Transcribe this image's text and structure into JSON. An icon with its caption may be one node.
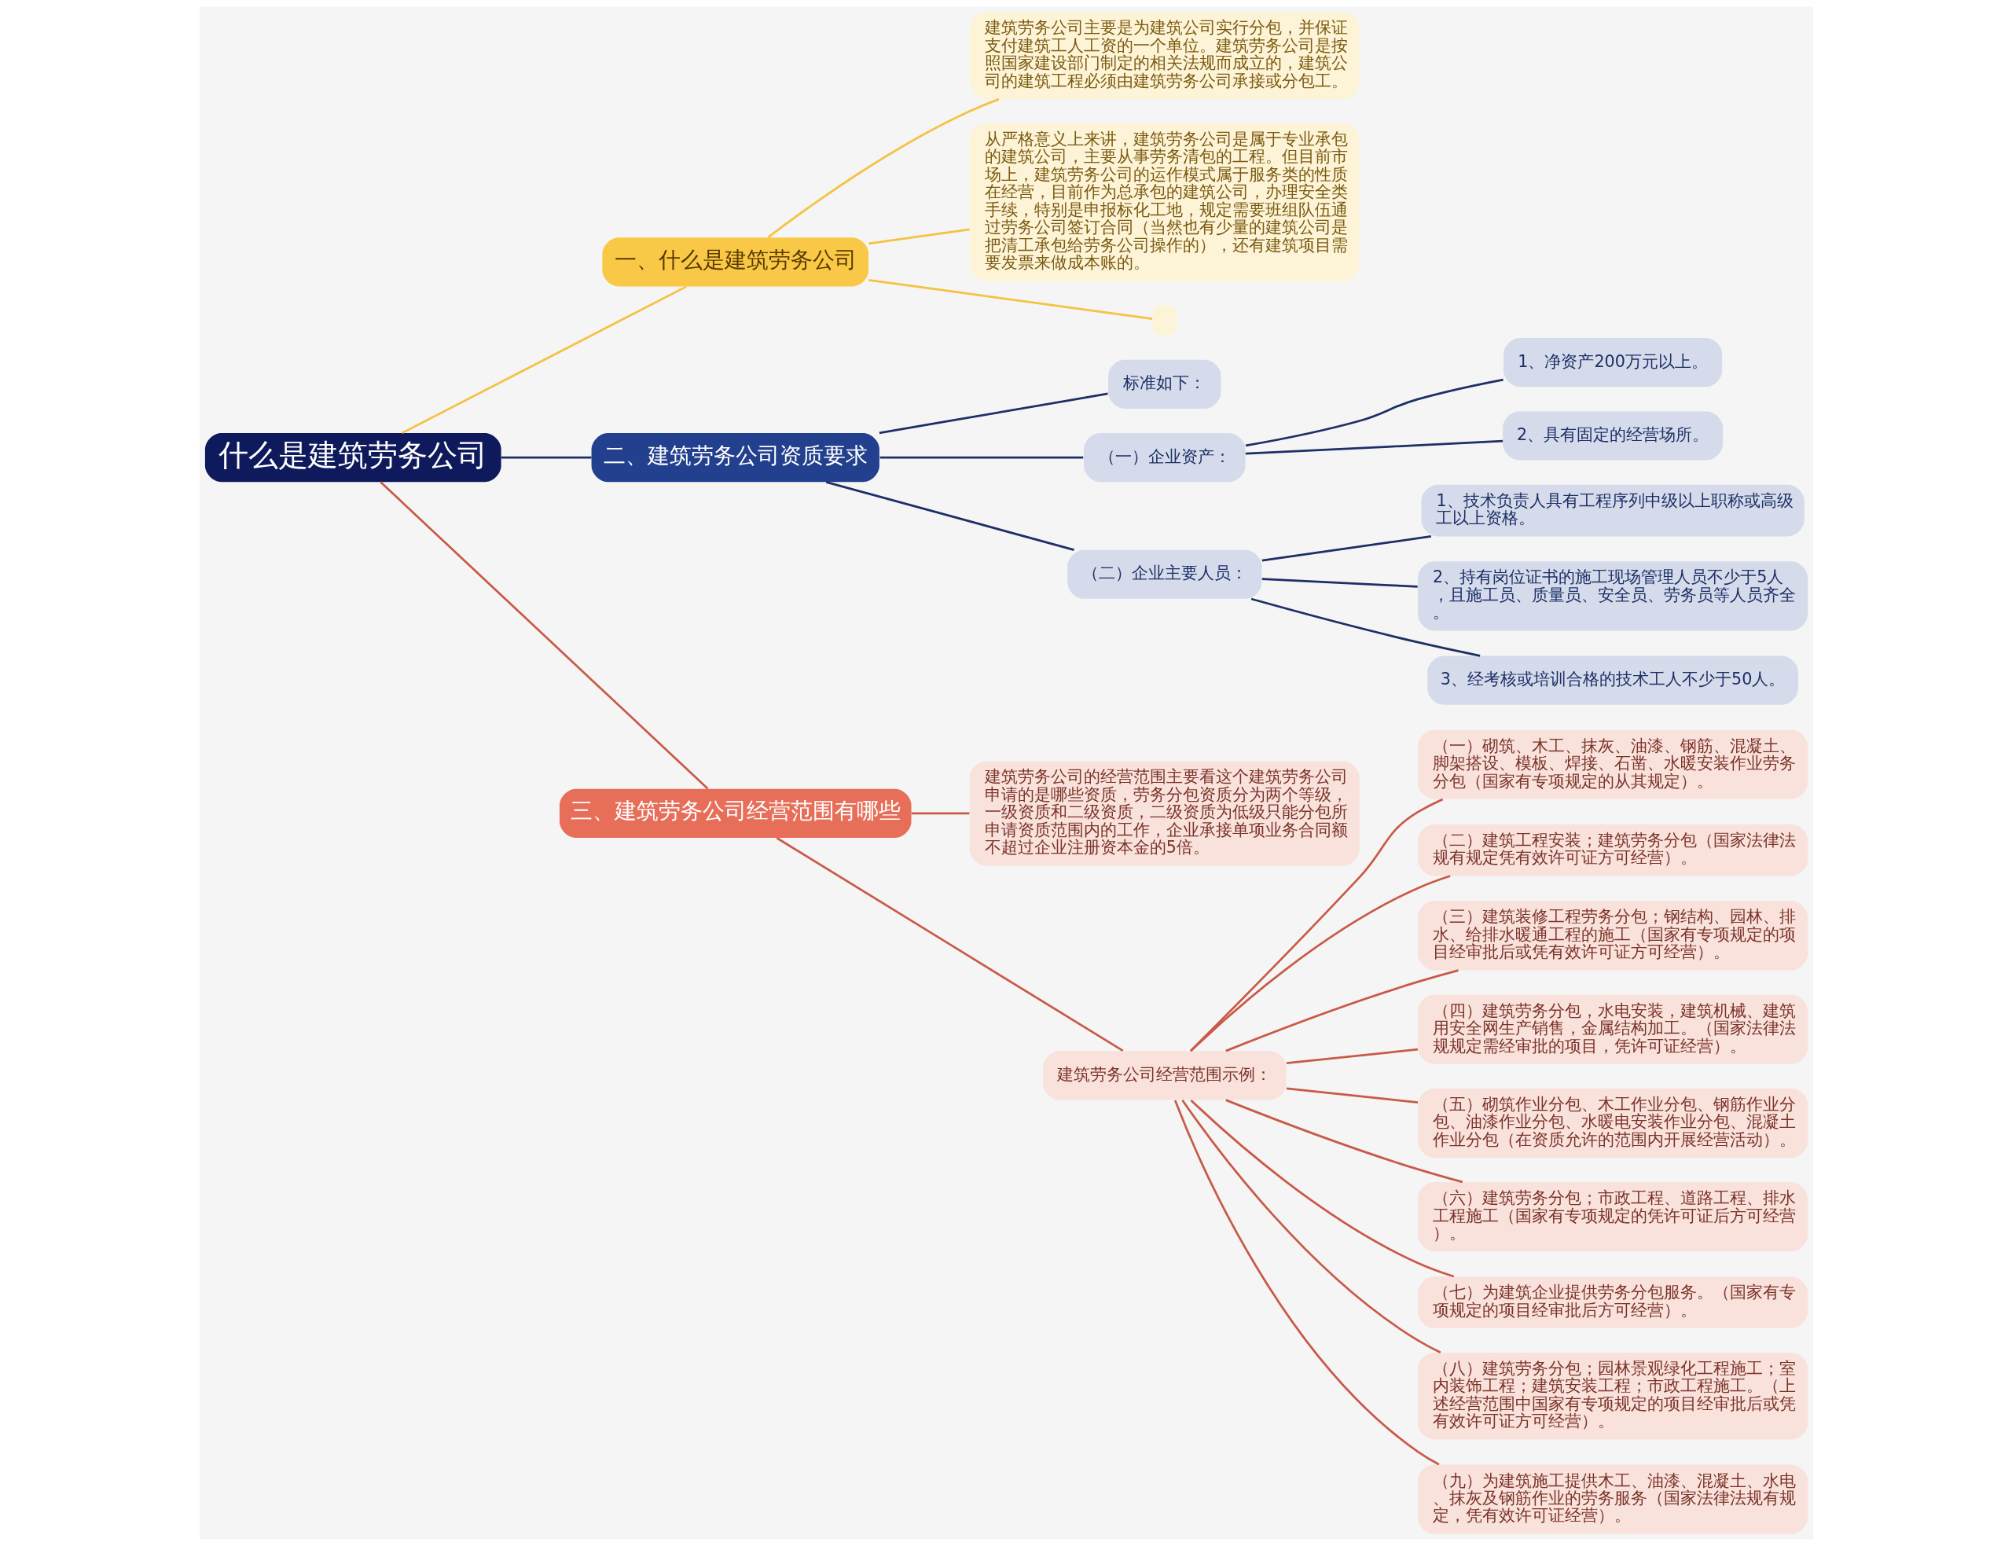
{
  "diagram": {
    "nodes": [
      {
        "text": [
          "什么是建筑劳务公司"
        ]
      },
      {
        "text": [
          "一、什么是建筑劳务公司"
        ]
      },
      {
        "text": [
          "建筑劳务公司主要是为建筑公司实行分包，并保证支付建筑工人工资的一个单位。建筑劳务公司是按照国家建设部门制定的相关法规而成立的，建筑公司的建筑工程必须由建筑劳务公司承接或分包工。"
        ]
      },
      {
        "text": [
          "从严格意义上来讲，建筑劳务公司是属于专业承包的建筑公司，主要从事劳务清包的工程。但目前市场上，建筑劳务公司的运作模式属于服务类的性质在经营，目前作为总承包的建筑公司，办理安全类手续，特别是申报标化工地，规定需要班组队伍通过劳务公司签订合同（当然也有少量的建筑公司是把清工承包给劳务公司操作的），还有建筑项目需要发票来做成本账的。"
        ]
      },
      {
        "text": [],
        "shape": "box"
      },
      {
        "text": [
          "二、建筑劳务公司资质要求"
        ]
      },
      {
        "text": [
          "标准如下："
        ]
      },
      {
        "text": [
          "（一）企业资产："
        ]
      },
      {
        "text": [
          "1、净资产200万元以上。"
        ]
      },
      {
        "text": [
          "2、具有固定的经营场所。"
        ]
      },
      {
        "text": [
          "（二）企业主要人员："
        ]
      },
      {
        "text": [
          "1、技术负责人具有工程序列中级以上职称或高级工以上资格。"
        ]
      },
      {
        "text": [
          "2、持有岗位证书的施工现场管理人员不少于5人，且施工员、质量员、安全员、劳务员等人员齐全。"
        ]
      },
      {
        "text": [
          "3、经考核或培训合格的技术工人不少于50人。"
        ]
      },
      {
        "text": [
          "三、建筑劳务公司经营范围有哪些"
        ]
      },
      {
        "text": [
          "建筑劳务公司的经营范围主要看这个建筑劳务公司申请的是哪些资质，劳务分包资质分为两个等级，一级资质和二级资质，二级资质为低级只能分包所申请资质范围内的工作，企业承接单项业务合同额不超过企业注册资本金的5倍。"
        ]
      },
      {
        "text": [
          "建筑劳务公司经营范围示例："
        ]
      },
      {
        "text": [
          "（一）砌筑、木工、抹灰、油漆、钢筋、混凝土、脚架搭设、模板、焊接、石凿、水暖安装作业劳务分包（国家有专项规定的从其规定）。"
        ]
      },
      {
        "text": [
          "（二）建筑工程安装；建筑劳务分包（国家法律法规有规定凭有效许可证方可经营）。"
        ]
      },
      {
        "text": [
          "（三）建筑装修工程劳务分包；钢结构、园林、排水、给排水暖通工程的施工（国家有专项规定的项目经审批后或凭有效许可证方可经营）。"
        ]
      },
      {
        "text": [
          "（四）建筑劳务分包，水电安装，建筑机械、建筑用安全网生产销售，金属结构加工。（国家法律法规规定需经审批的项目，凭许可证经营）。"
        ]
      },
      {
        "text": [
          "（五）砌筑作业分包、木工作业分包、钢筋作业分包、油漆作业分包、水暖电安装作业分包、混凝土作业分包（在资质允许的范围内开展经营活动）。"
        ]
      },
      {
        "text": [
          "（六）建筑劳务分包；市政工程、道路工程、排水工程施工（国家有专项规定的凭许可证后方可经营）。"
        ]
      },
      {
        "text": [
          "（七）为建筑企业提供劳务分包服务。（国家有专项规定的项目经审批后方可经营）。"
        ]
      },
      {
        "text": [
          "（八）建筑劳务分包；园林景观绿化工程施工；室内装饰工程；建筑安装工程；市政工程施工。（上述经营范围中国家有专项规定的项目经审批后或凭有效许可证方可经营）。"
        ]
      },
      {
        "text": [
          "（九）为建筑施工提供木工、油漆、混凝土、水电、抹灰及钢筋作业的劳务服务（国家法律法规有规定，凭有效许可证经营）。"
        ]
      }
    ],
    "edges": [
      {
        "from": 0,
        "to": 1,
        "arrow": "none",
        "color": "#f5c242"
      },
      {
        "from": 1,
        "to": 2,
        "arrow": "none",
        "color": "#f5c242"
      },
      {
        "from": 1,
        "to": 3,
        "arrow": "none",
        "color": "#f5c242"
      },
      {
        "from": 1,
        "to": 4,
        "arrow": "none",
        "color": "#f5c242"
      },
      {
        "from": 0,
        "to": 5,
        "arrow": "none",
        "color": "#1c2f66"
      },
      {
        "from": 5,
        "to": 6,
        "arrow": "none",
        "color": "#1c2f66"
      },
      {
        "from": 5,
        "to": 7,
        "arrow": "none",
        "color": "#1c2f66"
      },
      {
        "from": 7,
        "to": 8,
        "arrow": "none",
        "color": "#1c2f66"
      },
      {
        "from": 7,
        "to": 9,
        "arrow": "none",
        "color": "#1c2f66"
      },
      {
        "from": 5,
        "to": 10,
        "arrow": "none",
        "color": "#1c2f66"
      },
      {
        "from": 10,
        "to": 11,
        "arrow": "none",
        "color": "#1c2f66"
      },
      {
        "from": 10,
        "to": 12,
        "arrow": "none",
        "color": "#1c2f66"
      },
      {
        "from": 10,
        "to": 13,
        "arrow": "none",
        "color": "#1c2f66"
      },
      {
        "from": 0,
        "to": 14,
        "arrow": "none"
      },
      {
        "from": 14,
        "to": 15,
        "arrow": "none"
      },
      {
        "from": 14,
        "to": 16,
        "arrow": "none"
      },
      {
        "from": 16,
        "to": 17,
        "arrow": "none"
      },
      {
        "from": 16,
        "to": 18,
        "arrow": "none"
      },
      {
        "from": 16,
        "to": 19,
        "arrow": "none"
      },
      {
        "from": 16,
        "to": 20,
        "arrow": "none"
      },
      {
        "from": 16,
        "to": 21,
        "arrow": "none"
      },
      {
        "from": 16,
        "to": 22,
        "arrow": "none"
      },
      {
        "from": 16,
        "to": 23,
        "arrow": "none"
      },
      {
        "from": 16,
        "to": 24,
        "arrow": "none"
      },
      {
        "from": 16,
        "to": 25,
        "arrow": "none"
      }
    ]
  }
}
